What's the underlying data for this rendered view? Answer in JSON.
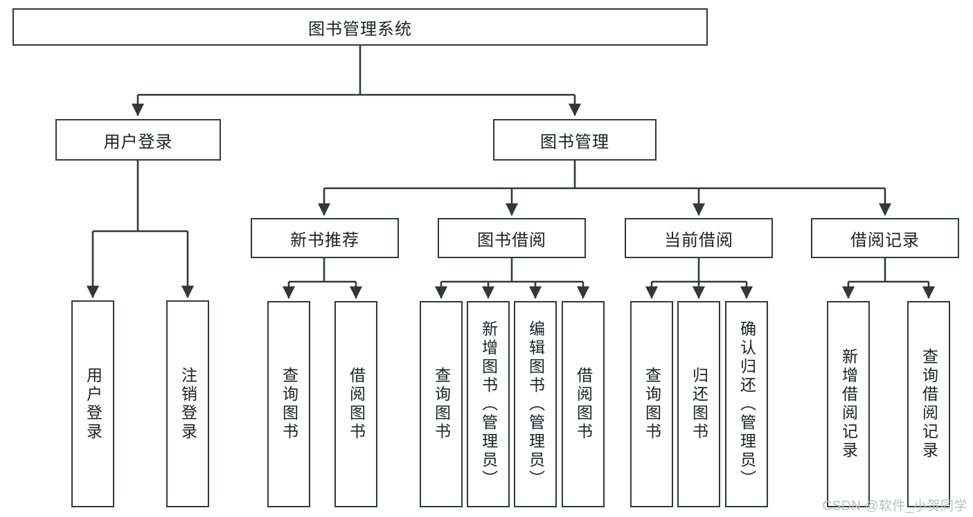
{
  "diagram": {
    "title": "图书管理系统",
    "type": "tree-hierarchy-diagram",
    "watermark": "CSDN @软件_小贺同学",
    "colors": {
      "box_border": "#33363b",
      "box_fill": "#ffffff",
      "connector": "#33363b",
      "text": "#1d1f23",
      "watermark": "#b9bcc1",
      "background": "#ffffff"
    }
  },
  "nodes": {
    "root": {
      "label": "图书管理系统"
    },
    "level2": [
      {
        "id": "user-login",
        "label": "用户登录"
      },
      {
        "id": "book-manage",
        "label": "图书管理"
      }
    ],
    "level3": [
      {
        "id": "new-book-recommend",
        "label": "新书推荐"
      },
      {
        "id": "book-borrow",
        "label": "图书借阅"
      },
      {
        "id": "current-borrow",
        "label": "当前借阅"
      },
      {
        "id": "borrow-record",
        "label": "借阅记录"
      }
    ],
    "leaves": {
      "user_login": [
        {
          "id": "leaf-user-login",
          "label": "用户登录"
        },
        {
          "id": "leaf-logout-login",
          "label": "注销登录"
        }
      ],
      "new_book_recommend": [
        {
          "id": "leaf-query-book-1",
          "label": "查询图书"
        },
        {
          "id": "leaf-borrow-book-1",
          "label": "借阅图书"
        }
      ],
      "book_borrow": [
        {
          "id": "leaf-query-book-2",
          "label": "查询图书"
        },
        {
          "id": "leaf-add-book",
          "label": "新增图书（管理员）"
        },
        {
          "id": "leaf-edit-book",
          "label": "编辑图书（管理员）"
        },
        {
          "id": "leaf-borrow-book-2",
          "label": "借阅图书"
        }
      ],
      "current_borrow": [
        {
          "id": "leaf-query-book-3",
          "label": "查询图书"
        },
        {
          "id": "leaf-return-book",
          "label": "归还图书"
        },
        {
          "id": "leaf-confirm-return",
          "label": "确认归还（管理员）"
        }
      ],
      "borrow_record": [
        {
          "id": "leaf-add-record",
          "label": "新增借阅记录"
        },
        {
          "id": "leaf-query-record",
          "label": "查询借阅记录"
        }
      ]
    }
  }
}
